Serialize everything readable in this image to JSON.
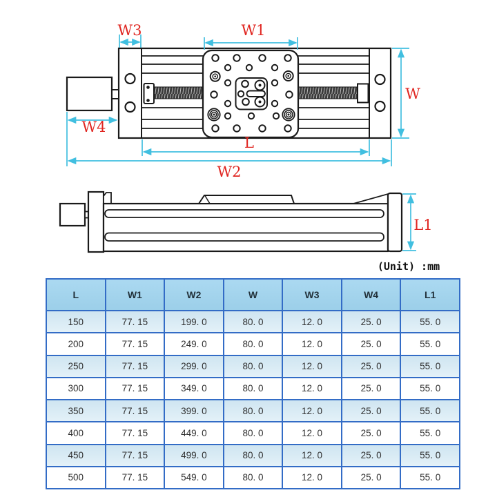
{
  "diagram": {
    "top_view_labels": {
      "w3": "W3",
      "w1": "W1",
      "w": "W",
      "w4": "W4",
      "l": "L",
      "w2": "W2"
    },
    "side_view_labels": {
      "l1": "L1"
    },
    "unit_note": "(Unit) :mm",
    "colors": {
      "dimension_line": "#41bfe0",
      "dimension_label": "#e02621",
      "drawing_line": "#1a1a1a",
      "table_border": "#336cc6",
      "table_header_bg": "#a6d5ee",
      "table_alt_row_bg": "#d7eaf4"
    }
  },
  "table": {
    "headers": [
      "L",
      "W1",
      "W2",
      "W",
      "W3",
      "W4",
      "L1"
    ],
    "rows": [
      [
        "150",
        "77. 15",
        "199. 0",
        "80. 0",
        "12. 0",
        "25. 0",
        "55. 0"
      ],
      [
        "200",
        "77. 15",
        "249. 0",
        "80. 0",
        "12. 0",
        "25. 0",
        "55. 0"
      ],
      [
        "250",
        "77. 15",
        "299. 0",
        "80. 0",
        "12. 0",
        "25. 0",
        "55. 0"
      ],
      [
        "300",
        "77. 15",
        "349. 0",
        "80. 0",
        "12. 0",
        "25. 0",
        "55. 0"
      ],
      [
        "350",
        "77. 15",
        "399. 0",
        "80. 0",
        "12. 0",
        "25. 0",
        "55. 0"
      ],
      [
        "400",
        "77. 15",
        "449. 0",
        "80. 0",
        "12. 0",
        "25. 0",
        "55. 0"
      ],
      [
        "450",
        "77. 15",
        "499. 0",
        "80. 0",
        "12. 0",
        "25. 0",
        "55. 0"
      ],
      [
        "500",
        "77. 15",
        "549. 0",
        "80. 0",
        "12. 0",
        "25. 0",
        "55. 0"
      ]
    ]
  }
}
